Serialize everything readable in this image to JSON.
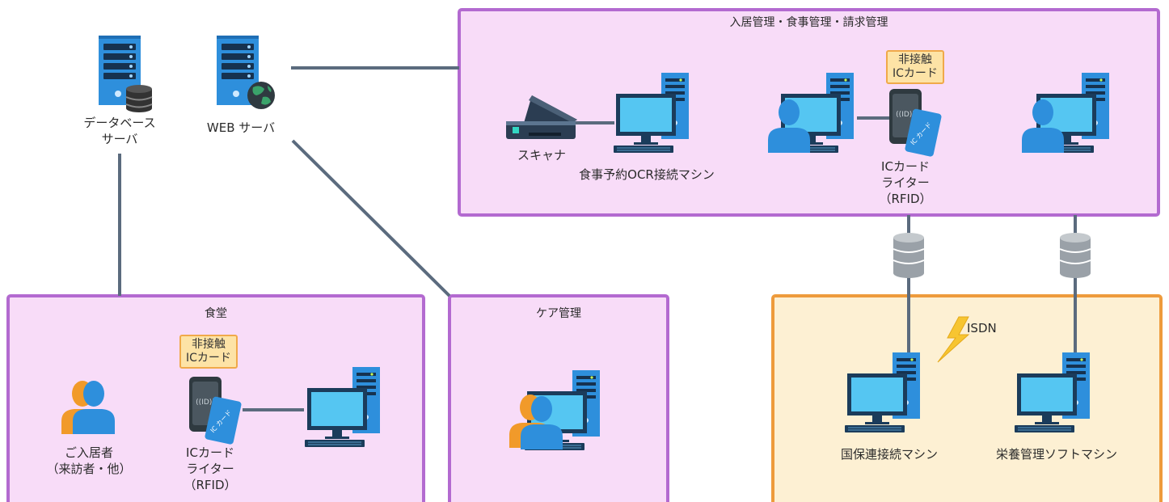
{
  "groups": {
    "admin": "入居管理・食事管理・請求管理",
    "dining": "食堂",
    "care": "ケア管理"
  },
  "servers": {
    "db": {
      "line1": "データベース",
      "line2": "サーバ"
    },
    "web": "WEB サーバ"
  },
  "admin": {
    "scanner": "スキャナ",
    "ocr_machine": "食事予約OCR接続マシン",
    "badge": {
      "line1": "非接触",
      "line2": "ICカード"
    },
    "writer": {
      "line1": "ICカード",
      "line2": "ライター",
      "line3": "（RFID）"
    }
  },
  "dining": {
    "badge": {
      "line1": "非接触",
      "line2": "ICカード"
    },
    "resident": {
      "line1": "ご入居者",
      "line2": "（来訪者・他）"
    },
    "writer": {
      "line1": "ICカード",
      "line2": "ライター",
      "line3": "（RFID）"
    }
  },
  "external": {
    "isdn": "ISDN",
    "kokuho": "国保連接続マシン",
    "eiyou": "栄養管理ソフトマシン"
  },
  "card_glyph": "IC カード",
  "colors": {
    "purple_border": "#b36ad0",
    "purple_fill": "#f8dcf8",
    "orange_border": "#ee9b3c",
    "orange_fill": "#fdf0d3",
    "line": "#5b6b7e",
    "server_blue": "#2e8fdc",
    "person_blue": "#2e8fdc",
    "person_orange": "#f19a2a",
    "bolt": "#f7c531"
  }
}
